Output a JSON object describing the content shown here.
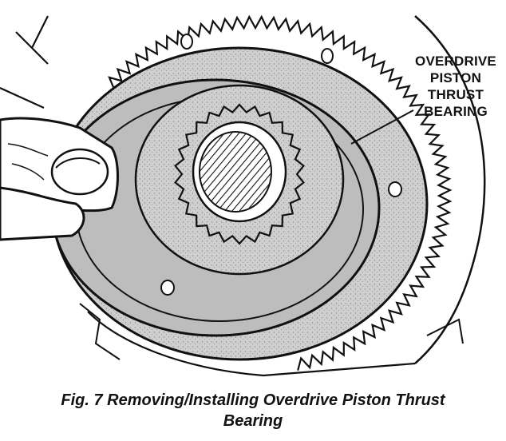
{
  "callout": {
    "lines": [
      "OVERDRIVE",
      "PISTON",
      "THRUST",
      "BEARING"
    ]
  },
  "caption": {
    "line1": "Fig. 7 Removing/Installing Overdrive Piston Thrust",
    "line2": "Bearing"
  },
  "colors": {
    "ink": "#111111",
    "ring_shade": "#c8c8c8",
    "gear_shade": "#bdbdbd",
    "background": "#ffffff"
  }
}
